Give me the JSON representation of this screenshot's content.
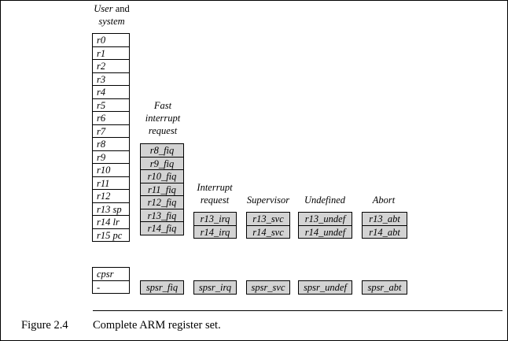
{
  "figure": {
    "number": "Figure 2.4",
    "caption": "Complete ARM register set."
  },
  "headers": {
    "user_line1": "User",
    "user_line2": "and",
    "user_line3": "system",
    "fiq_line1": "Fast",
    "fiq_line2": "interrupt",
    "fiq_line3": "request",
    "irq_line1": "Interrupt",
    "irq_line2": "request",
    "svc": "Supervisor",
    "undef": "Undefined",
    "abt": "Abort"
  },
  "user_registers": [
    "r0",
    "r1",
    "r2",
    "r3",
    "r4",
    "r5",
    "r6",
    "r7",
    "r8",
    "r9",
    "r10",
    "r11",
    "r12",
    "r13 sp",
    "r14 lr",
    "r15 pc"
  ],
  "user_status": [
    "cpsr",
    "-"
  ],
  "fiq_registers": [
    "r8_fiq",
    "r9_fiq",
    "r10_fiq",
    "r11_fiq",
    "r12_fiq",
    "r13_fiq",
    "r14_fiq"
  ],
  "fiq_spsr": "spsr_fiq",
  "irq_registers": [
    "r13_irq",
    "r14_irq"
  ],
  "irq_spsr": "spsr_irq",
  "svc_registers": [
    "r13_svc",
    "r14_svc"
  ],
  "svc_spsr": "spsr_svc",
  "undef_registers": [
    "r13_undef",
    "r14_undef"
  ],
  "undef_spsr": "spsr_undef",
  "abt_registers": [
    "r13_abt",
    "r14_abt"
  ],
  "abt_spsr": "spsr_abt",
  "colors": {
    "banked_fill": "#d3d3d3",
    "border": "#000000",
    "background": "#ffffff"
  }
}
